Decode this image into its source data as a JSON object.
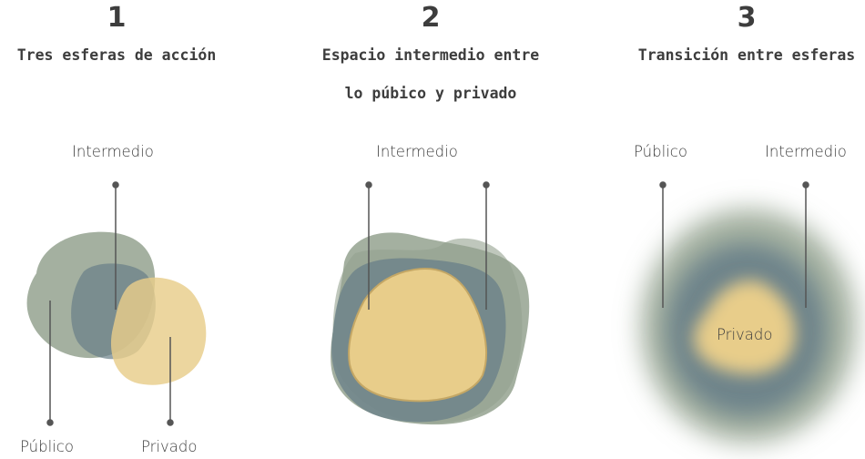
{
  "panels": [
    {
      "number": "1",
      "title_lines": [
        "Tres esferas de acción"
      ],
      "labels": {
        "intermedio": "Intermedio",
        "publico": "Público",
        "privado": "Privado"
      }
    },
    {
      "number": "2",
      "title_lines": [
        "Espacio intermedio entre",
        "lo púbico y privado"
      ],
      "labels": {
        "intermedio": "Intermedio"
      }
    },
    {
      "number": "3",
      "title_lines": [
        "Transición entre esferas"
      ],
      "labels": {
        "publico": "Público",
        "intermedio": "Intermedio",
        "privado": "Privado"
      }
    }
  ],
  "colors": {
    "publico": "#94a28f",
    "intermedio": "#687f88",
    "privado": "#e8cd8a",
    "leader": "#555555"
  }
}
